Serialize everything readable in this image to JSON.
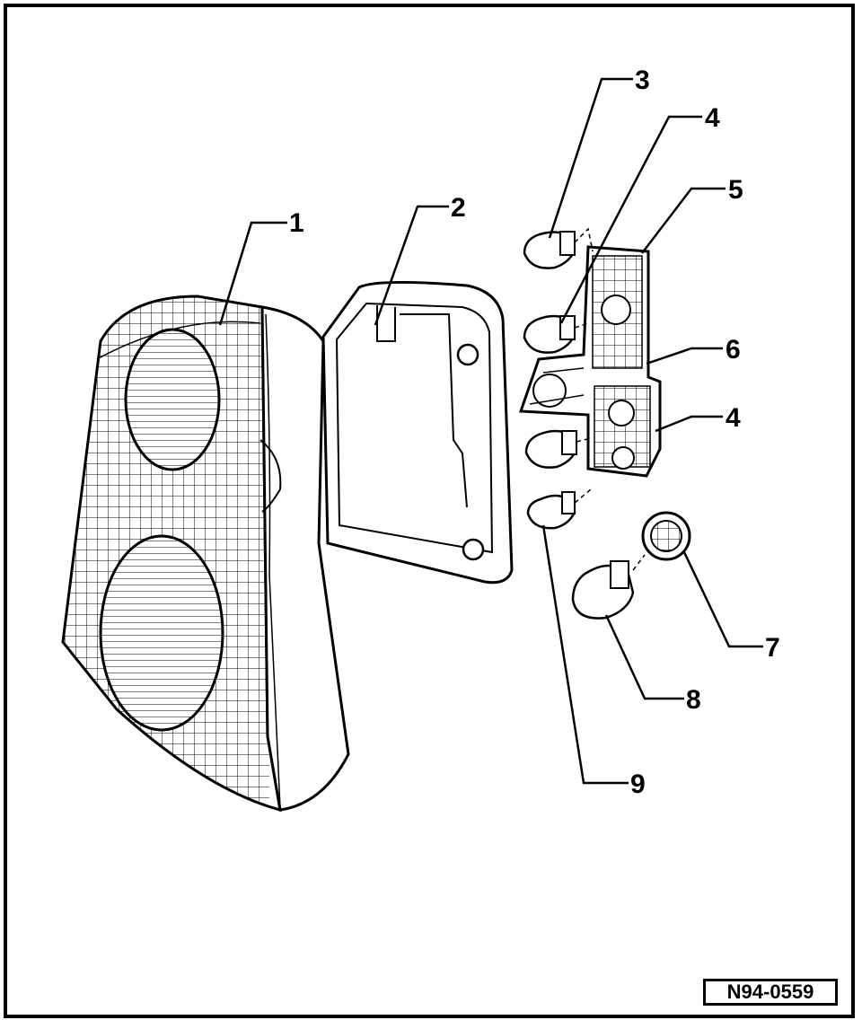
{
  "figure": {
    "reference_code": "N94-0559",
    "callouts": [
      "1",
      "2",
      "3",
      "4",
      "5",
      "6",
      "4",
      "7",
      "8",
      "9"
    ]
  }
}
